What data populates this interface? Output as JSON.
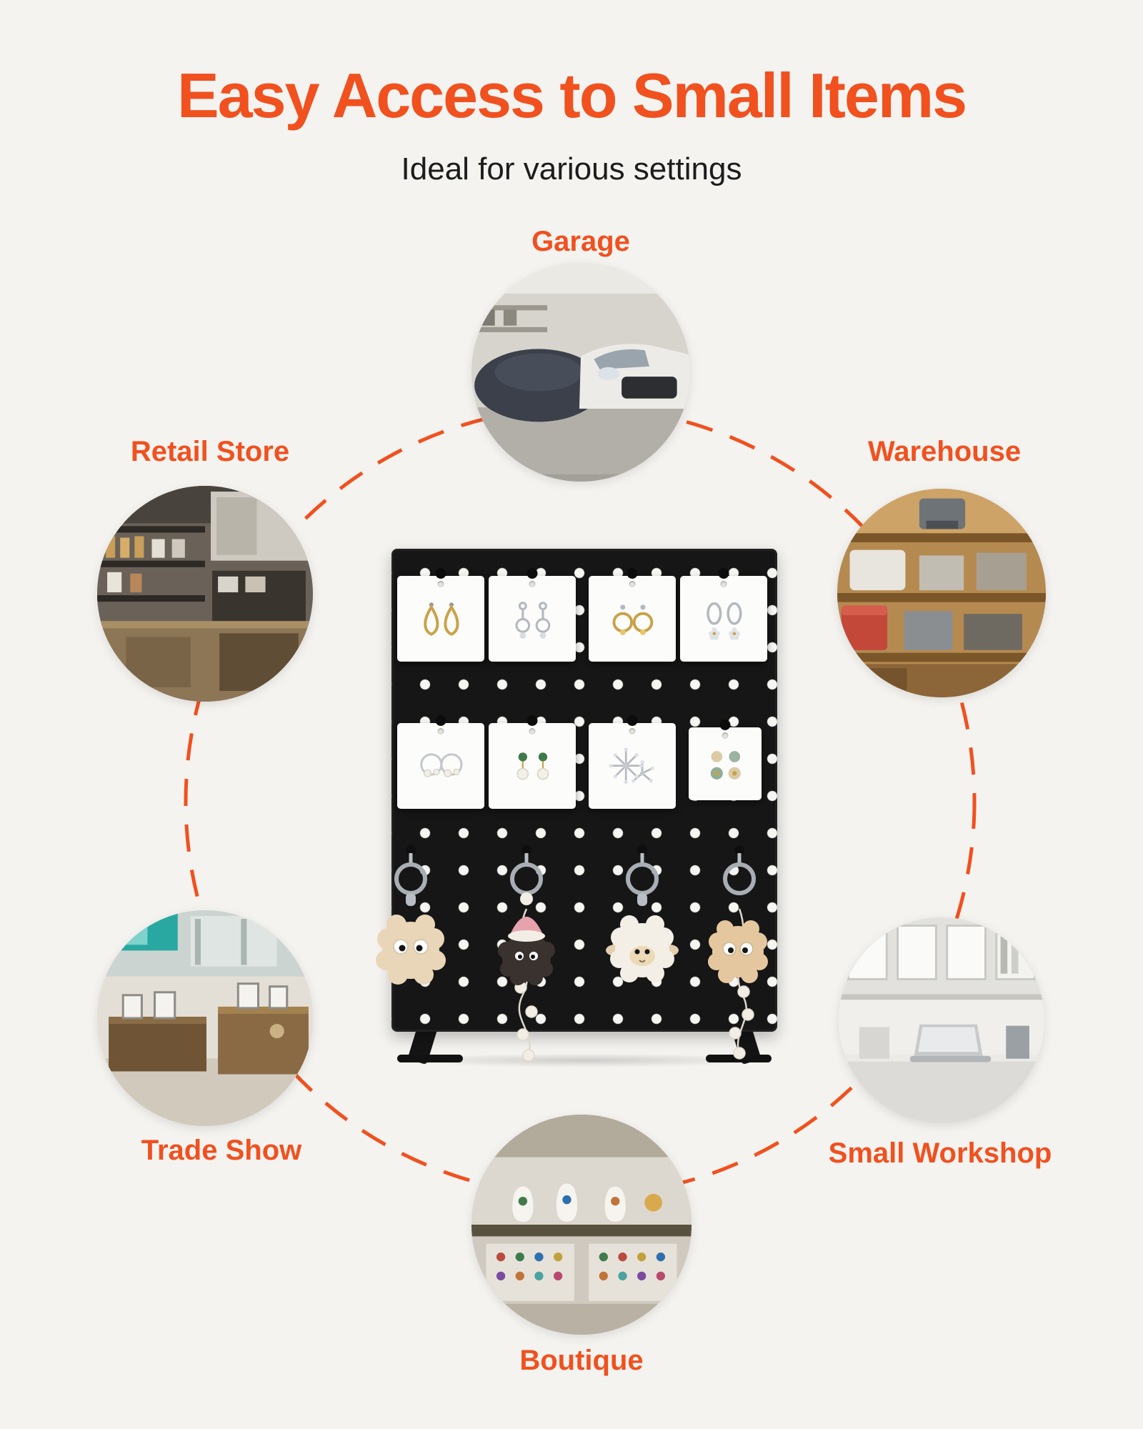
{
  "page": {
    "background_color": "#f4f3f0",
    "accent_color": "#f0511f"
  },
  "header": {
    "title": "Easy Access to Small Items",
    "subtitle": "Ideal for various settings"
  },
  "settings": [
    {
      "id": "garage",
      "label": "Garage",
      "photo": "garage-interior-with-cars"
    },
    {
      "id": "retail-store",
      "label": "Retail Store",
      "photo": "retail-store-shelves"
    },
    {
      "id": "warehouse",
      "label": "Warehouse",
      "photo": "wooden-warehouse-shelving"
    },
    {
      "id": "trade-show",
      "label": "Trade Show",
      "photo": "trade-show-display-tables"
    },
    {
      "id": "small-workshop",
      "label": "Small Workshop",
      "photo": "workshop-desk-with-laptop"
    },
    {
      "id": "boutique",
      "label": "Boutique",
      "photo": "boutique-jewelry-display"
    }
  ],
  "center_product": {
    "name": "black pegboard display stand",
    "displayed_items": [
      "earring cards",
      "plush keychains"
    ]
  }
}
